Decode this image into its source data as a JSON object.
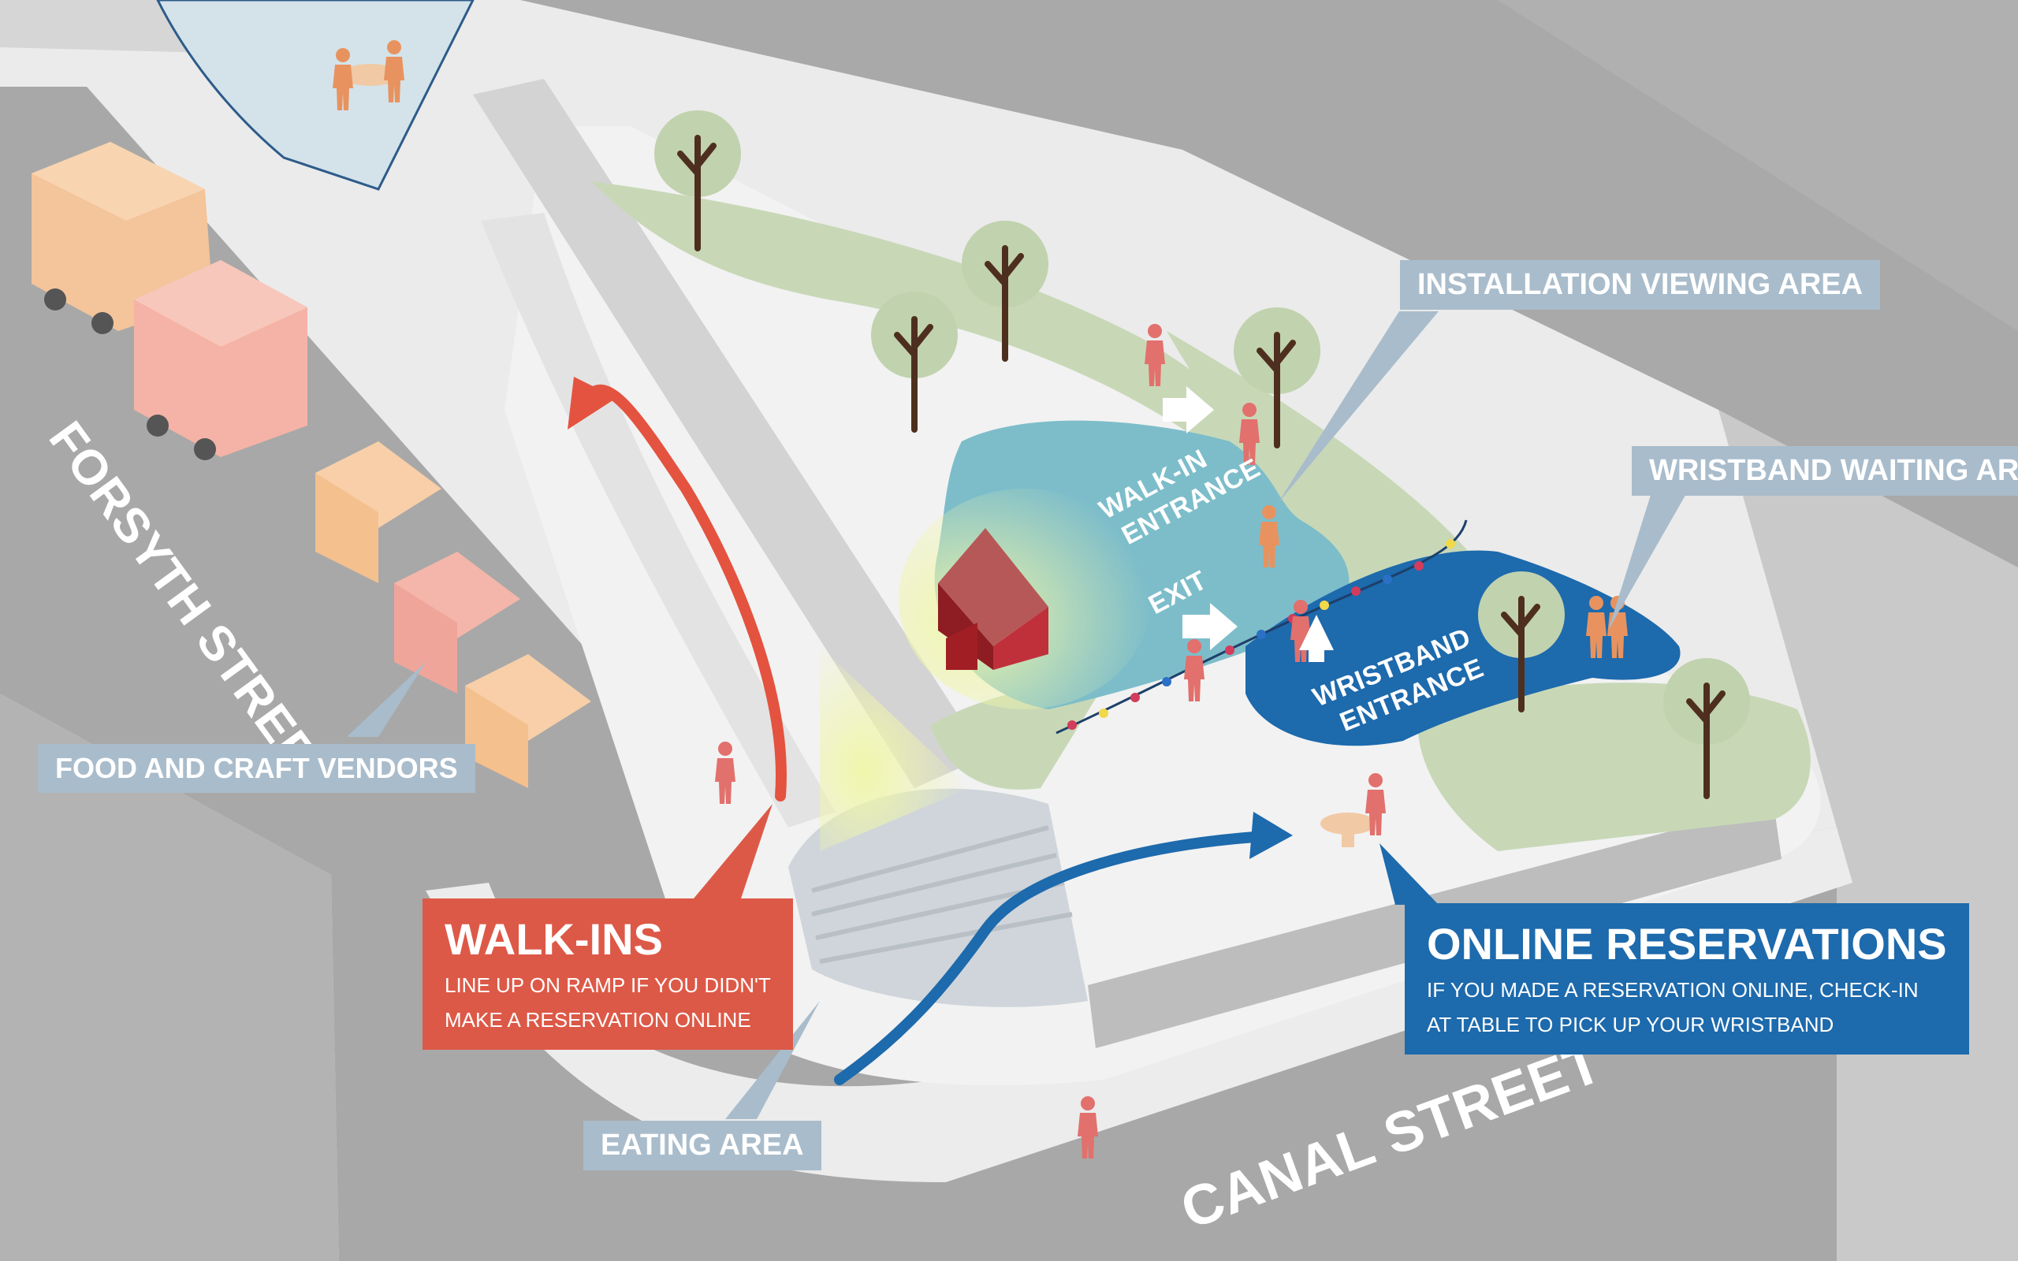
{
  "streets": {
    "forsyth": "FORSYTH STREET",
    "canal": "CANAL STREET"
  },
  "zones": {
    "walk_in_entrance": [
      "WALK-IN",
      "ENTRANCE"
    ],
    "exit": "EXIT",
    "wristband_entrance": [
      "WRISTBAND",
      "ENTRANCE"
    ]
  },
  "callouts": {
    "installation_viewing": "INSTALLATION VIEWING AREA",
    "wristband_waiting": "WRISTBAND WAITING AREA",
    "food_vendors": "FOOD AND CRAFT VENDORS",
    "eating_area": "EATING AREA",
    "walk_ins": {
      "title": "WALK-INS",
      "line1": "LINE UP ON RAMP IF YOU DIDN'T",
      "line2": "MAKE A RESERVATION ONLINE"
    },
    "online_reservations": {
      "title": "ONLINE RESERVATIONS",
      "line1": "IF YOU MADE A RESERVATION ONLINE, CHECK-IN",
      "line2": "AT TABLE TO PICK UP YOUR WRISTBAND"
    }
  },
  "colors": {
    "walk_in_red": "#dd5947",
    "online_blue": "#1d6aad",
    "walk_in_zone": "#79bccb",
    "callout_grey": "#a9bccb",
    "grass": "#c5d6b4",
    "road": "#a6a6a6"
  }
}
